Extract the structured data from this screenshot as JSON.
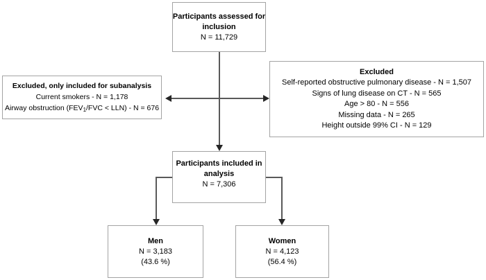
{
  "colors": {
    "box_border": "#a3a3a3",
    "connector_line": "#595959",
    "arrowhead": "#262626",
    "text": "#000000",
    "background": "#ffffff"
  },
  "flowchart": {
    "assessed": {
      "title_line1": "Participants assessed for",
      "title_line2": "inclusion",
      "count": "N = 11,729"
    },
    "excluded_subanalysis": {
      "title": "Excluded, only included for subanalysis",
      "item_smokers": "Current smokers - N = 1,178",
      "item_airway_pre": "Airway obstruction (FEV",
      "item_airway_sub": "1",
      "item_airway_post": "/FVC < LLN) - N = 676"
    },
    "excluded_main": {
      "title": "Excluded",
      "items": [
        "Self-reported obstructive pulmonary disease - N = 1,507",
        "Signs of lung disease on CT - N = 565",
        "Age > 80 - N = 556",
        "Missing data - N = 265",
        "Height outside 99% CI - N = 129"
      ]
    },
    "included": {
      "title_line1": "Participants included in",
      "title_line2": "analysis",
      "count": "N = 7,306"
    },
    "men": {
      "title": "Men",
      "count": "N = 3,183",
      "percent": "(43.6 %)"
    },
    "women": {
      "title": "Women",
      "count": "N = 4,123",
      "percent": "(56.4 %)"
    }
  }
}
